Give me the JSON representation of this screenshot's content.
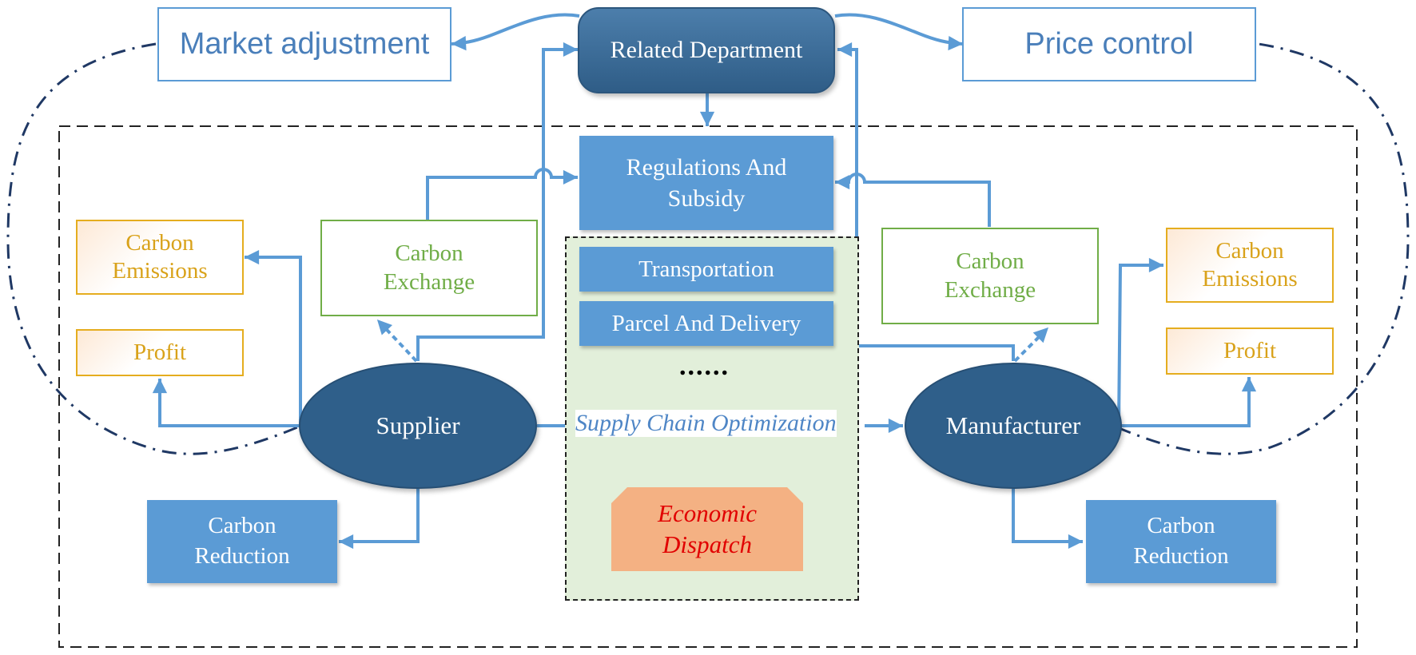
{
  "colors": {
    "accent_blue": "#5b9bd5",
    "dark_blue": "#2f5f8a",
    "green": "#70ad47",
    "gold": "#e5ad1f",
    "panel_green": "#e2efda",
    "salmon": "#f4b183",
    "red_text": "#e10000"
  },
  "nodes": {
    "market_adjustment": "Market adjustment",
    "price_control": "Price control",
    "related_department": "Related Department",
    "regulations_line1": "Regulations And",
    "regulations_line2": "Subsidy",
    "transportation": "Transportation",
    "parcel_delivery": "Parcel And Delivery",
    "ellipsis": "......",
    "supply_chain_optimization": "Supply Chain Optimization",
    "economic_dispatch_line1": "Economic",
    "economic_dispatch_line2": "Dispatch",
    "supplier": "Supplier",
    "manufacturer": "Manufacturer",
    "left": {
      "carbon_emissions_line1": "Carbon",
      "carbon_emissions_line2": "Emissions",
      "profit": "Profit",
      "carbon_exchange_line1": "Carbon",
      "carbon_exchange_line2": "Exchange",
      "carbon_reduction_line1": "Carbon",
      "carbon_reduction_line2": "Reduction"
    },
    "right": {
      "carbon_emissions_line1": "Carbon",
      "carbon_emissions_line2": "Emissions",
      "profit": "Profit",
      "carbon_exchange_line1": "Carbon",
      "carbon_exchange_line2": "Exchange",
      "carbon_reduction_line1": "Carbon",
      "carbon_reduction_line2": "Reduction"
    }
  }
}
